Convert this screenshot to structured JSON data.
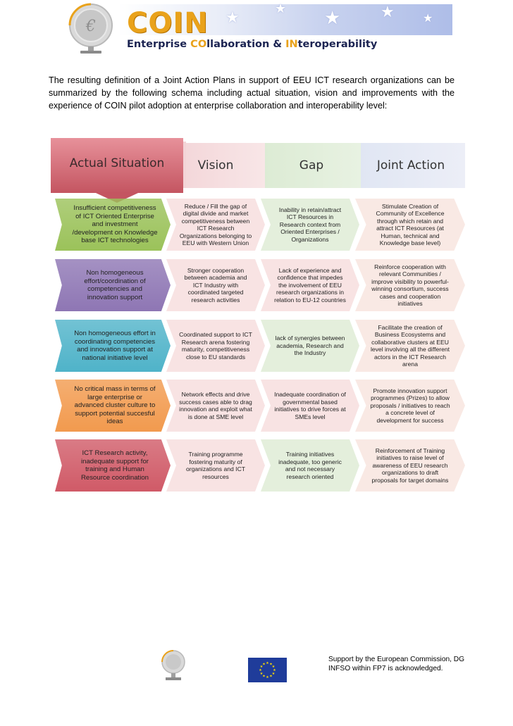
{
  "header": {
    "logo_title": "COIN",
    "logo_subtitle_parts": [
      "Enterprise ",
      "CO",
      "llaboration & ",
      "IN",
      "teroperability"
    ]
  },
  "intro": "The resulting definition of a Joint Action Plans in support of EEU ICT research organizations can be summarized by the following schema including actual situation, vision and improvements with the experience of COIN pilot adoption at enterprise collaboration and interoperability level:",
  "diagram": {
    "headers": [
      "Actual Situation",
      "Vision",
      "Gap",
      "Joint Action"
    ],
    "rows": [
      {
        "color": "#9bc25a",
        "cells": [
          "Insufficient competitiveness of ICT Oriented Enterprise and investment /development on Knowledge base ICT technologies",
          "Reduce / Fill the gap of digital divide and market competitiveness between ICT Research Organizations belonging to EEU with Western Union",
          "Inability in retain/attract ICT Resources in Research context from Oriented Enterprises / Organizations",
          "Stimulate Creation of Community of Excellence through which retain and attract ICT Resources (at Human, technical and Knowledge base level)"
        ]
      },
      {
        "color": "#8e76b4",
        "cells": [
          "Non homogeneous effort/coordination of competencies and innovation support",
          "Stronger cooperation between academia and ICT Industry with coordinated targeted research activities",
          "Lack of experience and confidence that impedes the involvement of EEU research organizations in relation to EU-12 countries",
          "Reinforce cooperation with relevant Communities / improve visibility to powerful-winning consortium, success cases and cooperation initiatives"
        ]
      },
      {
        "color": "#4fb3c9",
        "cells": [
          "Non homogeneous effort in coordinating competencies and innovation support at national initiative level",
          "Coordinated support to ICT Research arena fostering maturity, competitiveness close to EU standards",
          "lack of synergies between academia, Research and the Industry",
          "Facilitate the creation of Business Ecosystems and collaborative clusters at EEU level involving all the different actors in the ICT Research arena"
        ]
      },
      {
        "color": "#f29a4e",
        "cells": [
          "No critical mass in terms of large enterprise or advanced cluster culture to support potential succesful ideas",
          "Network effects and drive success cases able to drag innovation and exploit what is done at SME level",
          "Inadequate coordination of governmental based initiatives to drive forces at SMEs level",
          "Promote innovation support programmes (Prizes) to allow proposals / initiatives to reach a concrete level of development for success"
        ]
      },
      {
        "color": "#d05a67",
        "cells": [
          "ICT Research activity, inadequate support for training and Human Resource coordination",
          "Training programme fostering maturity of organizations and ICT resources",
          "Training initiatives inadequate, too generic and not necessary research oriented",
          "Reinforcement of Training initiatives to raise level of awareness of EEU research organizations to draft proposals for target domains"
        ]
      }
    ],
    "colors": {
      "vision_fill": "#f8e3e3",
      "gap_fill": "#e4efdc",
      "joint_fill": "#f9e9e4"
    }
  },
  "footer": {
    "acknowledgement": "Support by the European Commission, DG INFSO within FP7 is acknowledged."
  }
}
